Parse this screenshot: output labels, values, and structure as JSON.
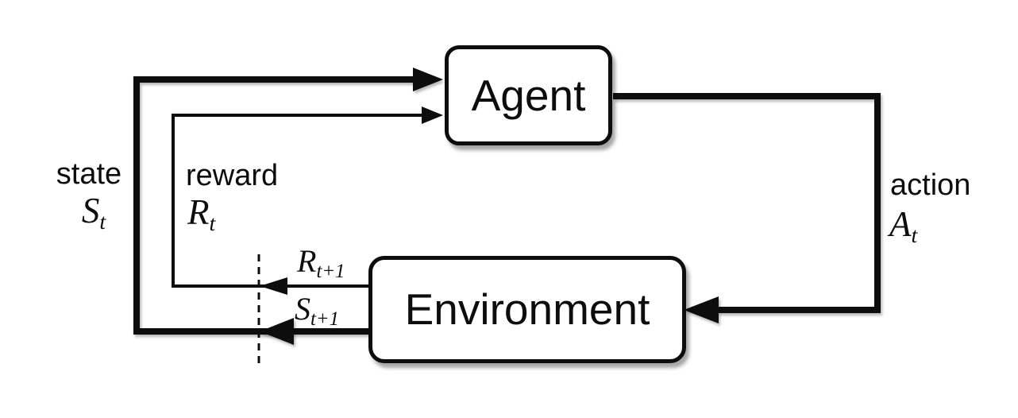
{
  "diagram": {
    "name": "agent-environment-interaction-loop",
    "boxes": {
      "agent": "Agent",
      "environment": "Environment"
    },
    "labels": {
      "state": {
        "word": "state",
        "symbol": "S",
        "sub": "t"
      },
      "reward": {
        "word": "reward",
        "symbol": "R",
        "sub": "t"
      },
      "action": {
        "word": "action",
        "symbol": "A",
        "sub": "t"
      },
      "next_reward": {
        "symbol": "R",
        "sub": "t+1"
      },
      "next_state": {
        "symbol": "S",
        "sub": "t+1"
      }
    },
    "colors": {
      "line": "#0d0d0d",
      "background": "#ffffff",
      "box_fill": "#ffffff"
    }
  }
}
